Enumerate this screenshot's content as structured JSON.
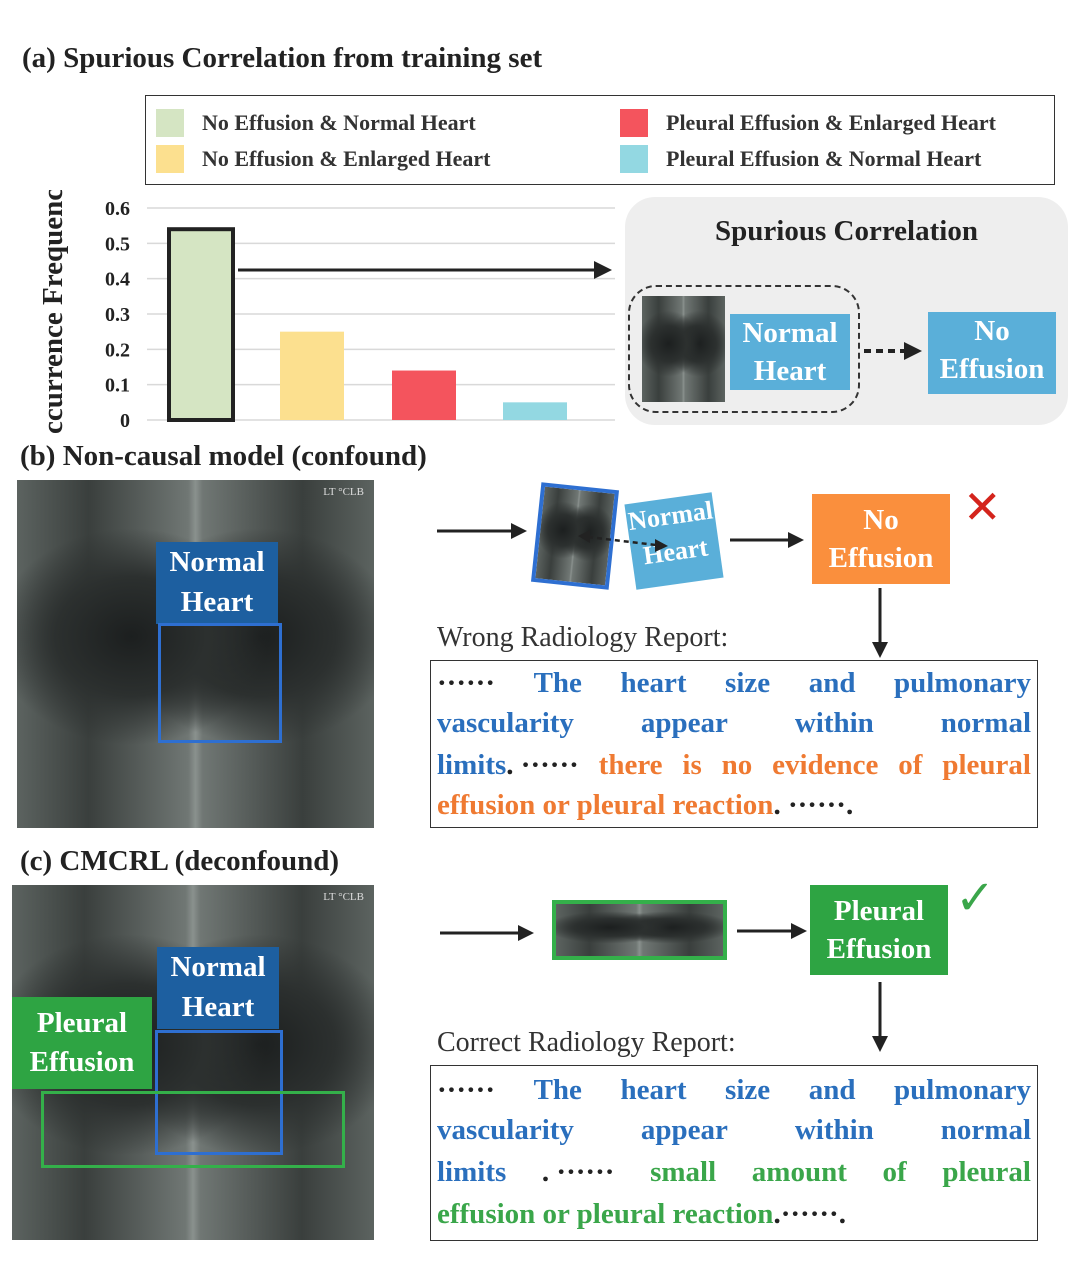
{
  "section_a": {
    "title": "(a) Spurious Correlation from training set"
  },
  "legend": [
    {
      "label": "No Effusion & Normal Heart",
      "color": "#d5e5c3"
    },
    {
      "label": "No Effusion & Enlarged Heart",
      "color": "#fce08f"
    },
    {
      "label": "Pleural Effusion & Enlarged Heart",
      "color": "#f4545d"
    },
    {
      "label": "Pleural Effusion & Normal Heart",
      "color": "#93d8e2"
    }
  ],
  "chart_data": {
    "type": "bar",
    "categories": [
      "No Effusion & Normal Heart",
      "No Effusion & Enlarged Heart",
      "Pleural Effusion & Enlarged Heart",
      "Pleural Effusion & Normal Heart"
    ],
    "values": [
      0.54,
      0.25,
      0.14,
      0.05
    ],
    "colors": [
      "#d5e5c3",
      "#fce08f",
      "#f4545d",
      "#93d8e2"
    ],
    "ylabel": "Occurrence Frequency",
    "ylim": [
      0,
      0.6
    ],
    "yticks": [
      "0",
      "0.1",
      "0.2",
      "0.3",
      "0.4",
      "0.5",
      "0.6"
    ],
    "grid": true
  },
  "spurious": {
    "title": "Spurious Correlation",
    "heart_label_1": "Normal",
    "heart_label_2": "Heart",
    "effusion_label_1": "No",
    "effusion_label_2": "Effusion"
  },
  "section_b": {
    "title": "(b) Non-causal model (confound)",
    "xray_tag": "LT °CLB",
    "xray_label_1": "Normal",
    "xray_label_2": "Heart",
    "crop_label_1": "Normal",
    "crop_label_2": "Heart",
    "output_1": "No",
    "output_2": "Effusion",
    "mark": "✕",
    "report_title": "Wrong Radiology Report:",
    "report": {
      "l1": [
        "······",
        "The",
        "heart",
        "size",
        "and",
        "pulmonary"
      ],
      "l2": [
        "vascularity",
        "appear",
        "within",
        "normal"
      ],
      "l3_a": "limits",
      "l3_b": ". ······",
      "l3_c": [
        "there",
        "is",
        "no",
        "evidence",
        "of",
        "pleural"
      ],
      "l4_a": "effusion or pleural reaction",
      "l4_b": ". ······."
    }
  },
  "section_c": {
    "title": "(c) CMCRL (deconfound)",
    "xray_tag": "LT °CLB",
    "heart_label_1": "Normal",
    "heart_label_2": "Heart",
    "effusion_label_1": "Pleural",
    "effusion_label_2": "Effusion",
    "output_1": "Pleural",
    "output_2": "Effusion",
    "mark": "✓",
    "report_title": "Correct Radiology Report:",
    "report": {
      "l1": [
        "······",
        "The",
        "heart",
        "size",
        "and",
        "pulmonary"
      ],
      "l2": [
        "vascularity",
        "appear",
        "within",
        "normal"
      ],
      "l3_a": "limits",
      "l3_b": ". ······",
      "l3_c": [
        "small",
        "amount",
        "of",
        "pleural"
      ],
      "l4_a": "effusion or pleural reaction",
      "l4_b": ".······."
    }
  }
}
